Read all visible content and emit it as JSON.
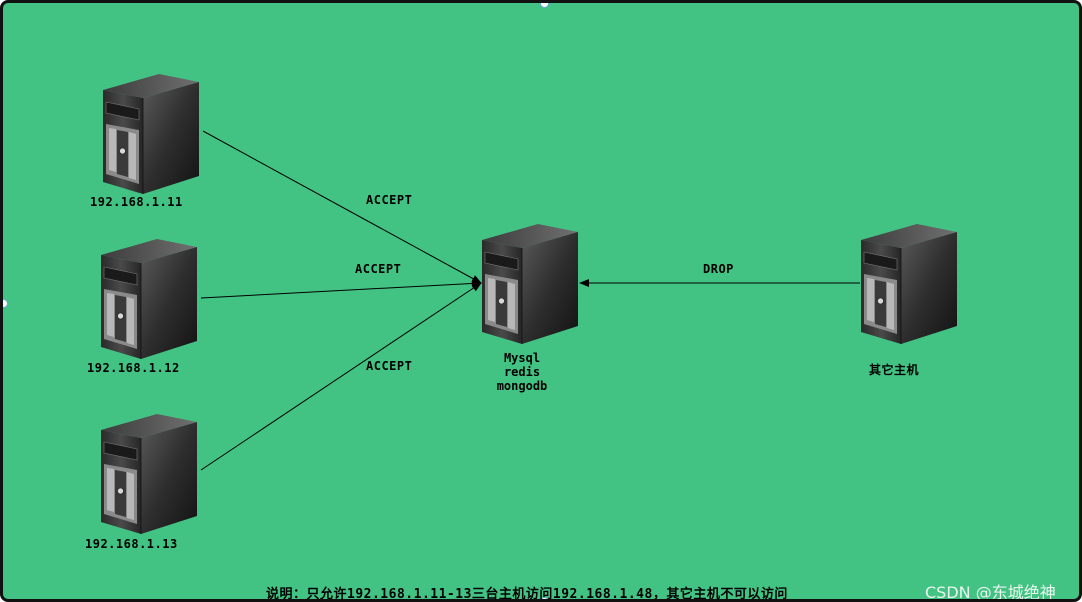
{
  "hosts": {
    "h1": {
      "label": "192.168.1.11"
    },
    "h2": {
      "label": "192.168.1.12"
    },
    "h3": {
      "label": "192.168.1.13"
    },
    "target": {
      "line1": "Mysql",
      "line2": "redis",
      "line3": "mongodb"
    },
    "other": {
      "label": "其它主机"
    }
  },
  "edges": {
    "e1": {
      "label": "ACCEPT"
    },
    "e2": {
      "label": "ACCEPT"
    },
    "e3": {
      "label": "ACCEPT"
    },
    "e4": {
      "label": "DROP"
    }
  },
  "note": "说明：只允许192.168.1.11-13三台主机访问192.168.1.48，其它主机不可以访问",
  "watermark": "CSDN @东城绝神",
  "colors": {
    "background": "#42c383",
    "line": "#000000"
  },
  "icons": [
    "server-icon"
  ]
}
